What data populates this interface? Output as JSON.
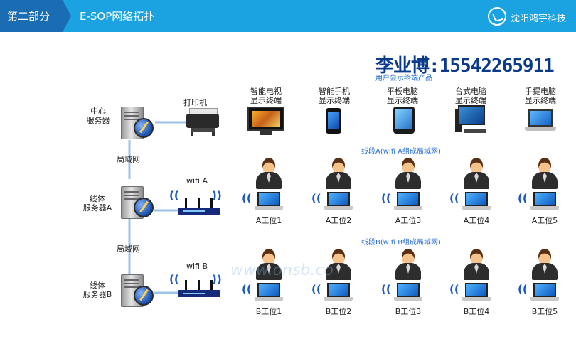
{
  "header": {
    "section": "第二部分",
    "title": "E-SOP网络拓扑",
    "logo_text": "沈阳鸿宇科技",
    "bar_color": "#1aa3e0",
    "section_color": "#1b6db3"
  },
  "contact": {
    "name_phone": "李业博:15542265911",
    "subtitle": "用户显示终端产品"
  },
  "servers": {
    "center": [
      "中心",
      "服务器"
    ],
    "line_a": [
      "线体",
      "服务器A"
    ],
    "line_b": [
      "线体",
      "服务器B"
    ]
  },
  "printer_label": "打印机",
  "links": {
    "lan1": "局域网",
    "lan2": "局域网"
  },
  "wifi": {
    "a": "wifi A",
    "b": "wifi B"
  },
  "devices": [
    [
      "智能电视",
      "显示终端"
    ],
    [
      "智能手机",
      "显示终端"
    ],
    [
      "平板电脑",
      "显示终端"
    ],
    [
      "台式电脑",
      "显示终端"
    ],
    [
      "手提电脑",
      "显示终端"
    ]
  ],
  "segments": {
    "a": "线段A(wifi A组成局域网)",
    "b": "线段B(wifi B组成局域网)"
  },
  "stations_a": [
    "A工位1",
    "A工位2",
    "A工位3",
    "A工位4",
    "A工位5"
  ],
  "stations_b": [
    "B工位1",
    "B工位2",
    "B工位3",
    "B工位4",
    "B工位5"
  ],
  "watermark": "www.onsb.co"
}
